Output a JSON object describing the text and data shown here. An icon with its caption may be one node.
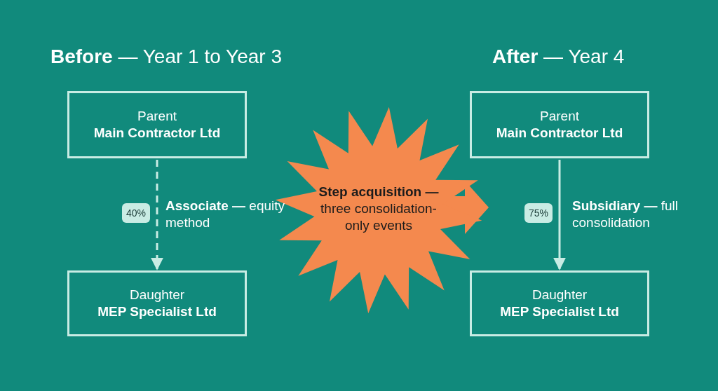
{
  "diagram": {
    "nodes": [
      {
        "text": [
          "Parent",
          "Main Contractor Ltd"
        ]
      },
      {
        "text": [
          "Daughter",
          "MEP Specialist Ltd"
        ]
      },
      {
        "text": [
          "Step acquisition —",
          "three consolidation-only events"
        ]
      },
      {
        "text": [
          "Parent",
          "Main Contractor Ltd"
        ]
      },
      {
        "text": [
          "Daughter",
          "MEP Specialist Ltd"
        ]
      }
    ],
    "edges": [
      {
        "from": 0,
        "to": 1,
        "arrow": "to",
        "label": "40%",
        "style": "dashed"
      },
      {
        "from": 2,
        "to": null,
        "arrow": "to",
        "style": "thick",
        "color": "#f4894e"
      },
      {
        "from": 3,
        "to": 4,
        "arrow": "to",
        "label": "75%"
      }
    ],
    "labels": [
      "**Before** — Year 1 to Year 3",
      "**After** — Year 4",
      "**Associate —** equity method",
      "**Subsidiary —** full consolidation"
    ]
  }
}
